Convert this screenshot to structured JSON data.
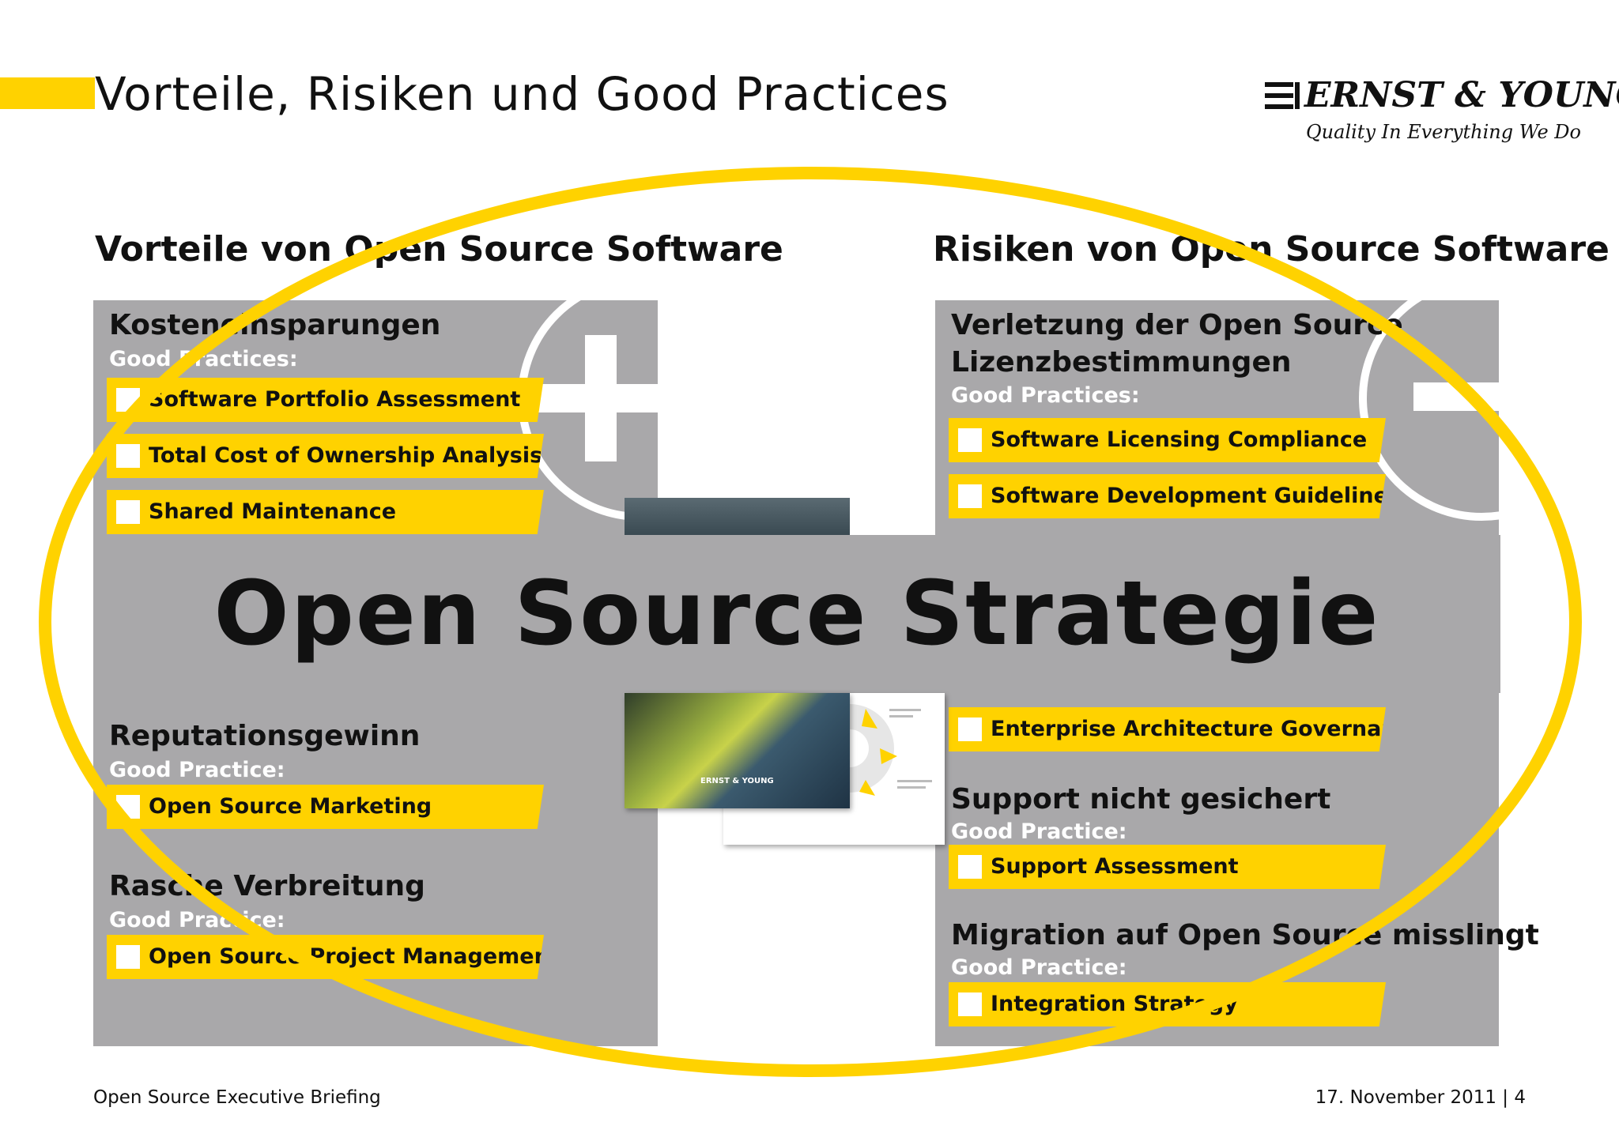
{
  "header": {
    "title": "Vorteile, Risiken und Good Practices",
    "logo_text": "ERNST & YOUNG",
    "logo_tagline": "Quality In Everything We Do"
  },
  "left": {
    "heading": "Vorteile von Open Source Software",
    "symbol": "plus-icon",
    "groups": [
      {
        "title": "Kosteneinsparungen",
        "good_practice_label": "Good Practices:",
        "items": [
          "Software Portfolio Assessment",
          "Total Cost of Ownership Analysis",
          "Shared Maintenance"
        ]
      },
      {
        "title": "Reputationsgewinn",
        "good_practice_label": "Good Practice:",
        "items": [
          "Open Source Marketing"
        ]
      },
      {
        "title": "Rasche Verbreitung",
        "good_practice_label": "Good Practice:",
        "items": [
          "Open Source Project Management"
        ]
      }
    ]
  },
  "right": {
    "heading": "Risiken von Open Source Software",
    "symbol": "minus-icon",
    "groups": [
      {
        "title_line1": "Verletzung der Open Source",
        "title_line2": "Lizenzbestimmungen",
        "good_practice_label": "Good Practices:",
        "items": [
          "Software Licensing Compliance",
          "Software Development Guidelines"
        ]
      },
      {
        "items": [
          "Enterprise Architecture Governance"
        ]
      },
      {
        "title": "Support nicht gesichert",
        "good_practice_label": "Good Practice:",
        "items": [
          "Support Assessment"
        ]
      },
      {
        "title": "Migration auf Open Source misslingt",
        "good_practice_label": "Good Practice:",
        "items": [
          "Integration Strategy"
        ]
      }
    ]
  },
  "center": {
    "title": "Open Source Strategie",
    "brochure_logo": "ERNST & YOUNG"
  },
  "footer": {
    "left": "Open Source Executive Briefing",
    "right": "17. November 2011 | 4"
  },
  "colors": {
    "accent": "#ffd200",
    "panel": "#a9a8aa",
    "text": "#111111"
  }
}
